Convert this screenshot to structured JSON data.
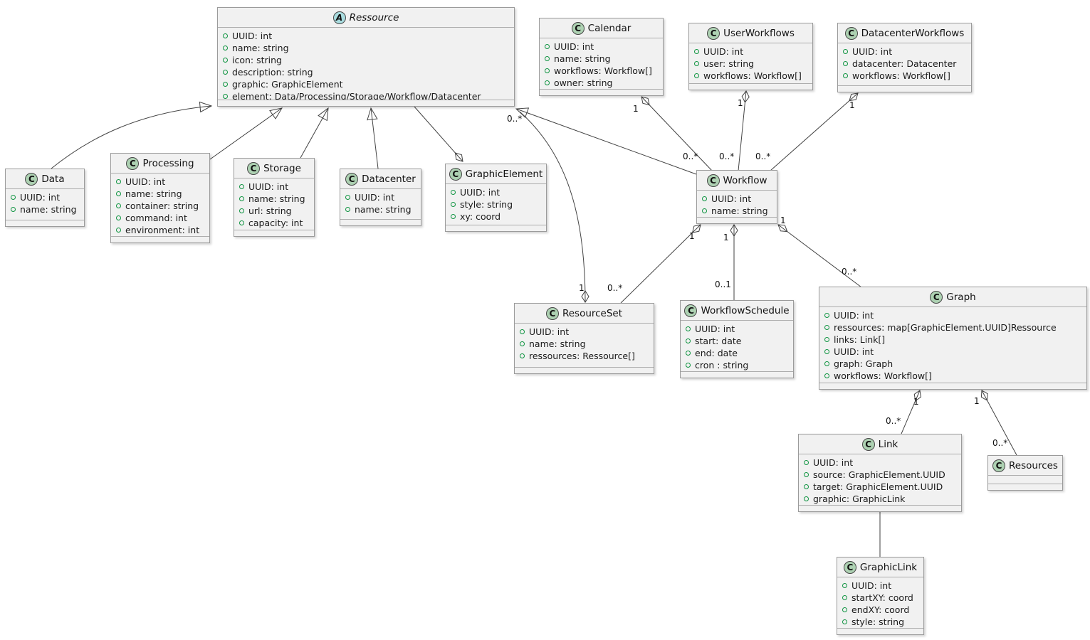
{
  "icons": {
    "class_letter": "C",
    "abstract_letter": "A"
  },
  "multiplicity": {
    "one": "1",
    "many": "0..*",
    "optional": "0..1"
  },
  "colors": {
    "class_icon_bg": "#ADD1B2",
    "abstract_icon_bg": "#A9DCDF",
    "box_bg": "#F1F1F1",
    "box_border": "#9B9B9B",
    "edge_line": "#424242",
    "field_ring": "#0F9441"
  },
  "classes": {
    "ressource": {
      "name": "Ressource",
      "abstract": true,
      "attrs": [
        "UUID: int",
        "name: string",
        "icon: string",
        "description: string",
        "graphic: GraphicElement",
        "element: Data/Processing/Storage/Workflow/Datacenter"
      ]
    },
    "calendar": {
      "name": "Calendar",
      "attrs": [
        "UUID: int",
        "name: string",
        "workflows: Workflow[]",
        "owner: string"
      ]
    },
    "user_workflows": {
      "name": "UserWorkflows",
      "attrs": [
        "UUID: int",
        "user: string",
        "workflows: Workflow[]"
      ]
    },
    "datacenter_workflows": {
      "name": "DatacenterWorkflows",
      "attrs": [
        "UUID: int",
        "datacenter: Datacenter",
        "workflows: Workflow[]"
      ]
    },
    "data": {
      "name": "Data",
      "attrs": [
        "UUID: int",
        "name: string"
      ]
    },
    "processing": {
      "name": "Processing",
      "attrs": [
        "UUID: int",
        "name: string",
        "container: string",
        "command: int",
        "environment: int"
      ]
    },
    "storage": {
      "name": "Storage",
      "attrs": [
        "UUID: int",
        "name: string",
        "url: string",
        "capacity: int"
      ]
    },
    "datacenter": {
      "name": "Datacenter",
      "attrs": [
        "UUID: int",
        "name: string"
      ]
    },
    "graphic_element": {
      "name": "GraphicElement",
      "attrs": [
        "UUID: int",
        "style: string",
        "xy: coord"
      ]
    },
    "workflow": {
      "name": "Workflow",
      "attrs": [
        "UUID: int",
        "name: string"
      ]
    },
    "resource_set": {
      "name": "ResourceSet",
      "attrs": [
        "UUID: int",
        "name: string",
        "ressources: Ressource[]"
      ]
    },
    "workflow_schedule": {
      "name": "WorkflowSchedule",
      "attrs": [
        "UUID: int",
        "start: date",
        "end: date",
        "cron : string"
      ]
    },
    "graph": {
      "name": "Graph",
      "attrs": [
        "UUID: int",
        "ressources: map[GraphicElement.UUID]Ressource",
        "links: Link[]",
        "UUID: int",
        "graph: Graph",
        "workflows: Workflow[]"
      ]
    },
    "link": {
      "name": "Link",
      "attrs": [
        "UUID: int",
        "source: GraphicElement.UUID",
        "target: GraphicElement.UUID",
        "graphic: GraphicLink"
      ]
    },
    "resources": {
      "name": "Resources",
      "attrs": []
    },
    "graphic_link": {
      "name": "GraphicLink",
      "attrs": [
        "UUID: int",
        "startXY: coord",
        "endXY: coord",
        "style: string"
      ]
    }
  },
  "relationships": [
    {
      "from": "Data",
      "to": "Ressource",
      "type": "extends"
    },
    {
      "from": "Processing",
      "to": "Ressource",
      "type": "extends"
    },
    {
      "from": "Storage",
      "to": "Ressource",
      "type": "extends"
    },
    {
      "from": "Datacenter",
      "to": "Ressource",
      "type": "extends"
    },
    {
      "from": "Workflow",
      "to": "Ressource",
      "type": "extends"
    },
    {
      "from": "Ressource",
      "to": "GraphicElement",
      "type": "aggregation",
      "diamond_at": "GraphicElement"
    },
    {
      "from": "Ressource",
      "to": "ResourceSet",
      "type": "aggregation",
      "diamond_at": "ResourceSet",
      "mult_parent": "1",
      "mult_child": "0..*"
    },
    {
      "from": "Workflow",
      "to": "Calendar",
      "type": "aggregation",
      "diamond_at": "Calendar",
      "mult_parent": "1",
      "mult_child": "0..*"
    },
    {
      "from": "Workflow",
      "to": "UserWorkflows",
      "type": "aggregation",
      "diamond_at": "UserWorkflows",
      "mult_parent": "1",
      "mult_child": "0..*"
    },
    {
      "from": "Workflow",
      "to": "DatacenterWorkflows",
      "type": "aggregation",
      "diamond_at": "DatacenterWorkflows",
      "mult_parent": "1",
      "mult_child": "0..*"
    },
    {
      "from": "ResourceSet",
      "to": "Workflow",
      "type": "aggregation",
      "diamond_at": "Workflow",
      "mult_parent": "1",
      "mult_child": "0..*"
    },
    {
      "from": "WorkflowSchedule",
      "to": "Workflow",
      "type": "aggregation",
      "diamond_at": "Workflow",
      "mult_parent": "1",
      "mult_child": "0..1"
    },
    {
      "from": "Graph",
      "to": "Workflow",
      "type": "aggregation",
      "diamond_at": "Workflow",
      "mult_parent": "1",
      "mult_child": "0..*"
    },
    {
      "from": "Link",
      "to": "Graph",
      "type": "aggregation",
      "diamond_at": "Graph",
      "mult_parent": "1",
      "mult_child": "0..*"
    },
    {
      "from": "Resources",
      "to": "Graph",
      "type": "aggregation",
      "diamond_at": "Graph",
      "mult_parent": "1",
      "mult_child": "0..*"
    },
    {
      "from": "Link",
      "to": "GraphicLink",
      "type": "association"
    }
  ]
}
